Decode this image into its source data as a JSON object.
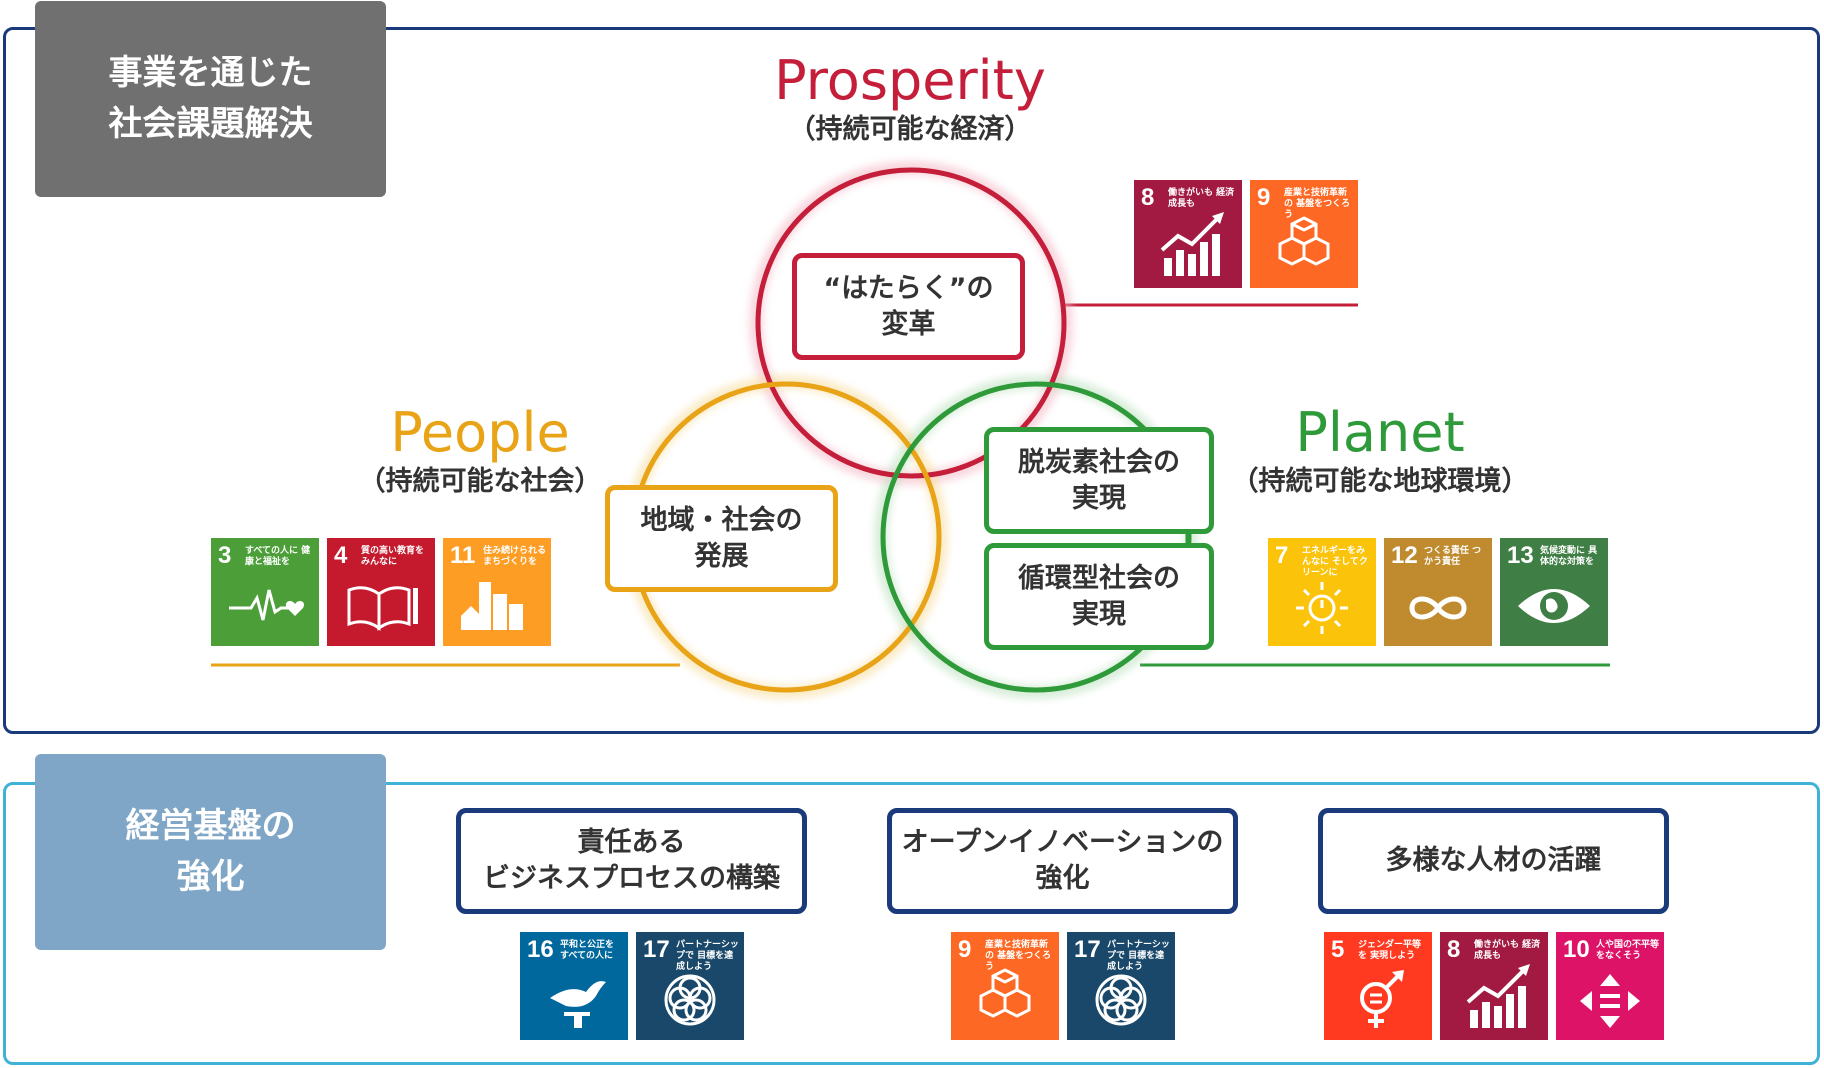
{
  "labels": {
    "business": [
      "事業を通じた",
      "社会課題解決"
    ],
    "foundation": [
      "経営基盤の",
      "強化"
    ]
  },
  "themes": {
    "prosperity": {
      "title": "Prosperity",
      "sub": "（持続可能な経済）"
    },
    "people": {
      "title": "People",
      "sub": "（持続可能な社会）"
    },
    "planet": {
      "title": "Planet",
      "sub": "（持続可能な地球環境）"
    }
  },
  "bubbles": {
    "hataraku": [
      "“はたらく”の",
      "変革"
    ],
    "chiiki": [
      "地域・社会の",
      "発展"
    ],
    "datsu": [
      "脱炭素社会の",
      "実現"
    ],
    "junkan": [
      "循環型社会の",
      "実現"
    ]
  },
  "pillars": [
    [
      "責任ある",
      "ビジネスプロセスの構築"
    ],
    [
      "オープンイノベーションの",
      "強化"
    ],
    [
      "多様な人材の活躍"
    ]
  ],
  "colors": {
    "prosperity": "#c41e3a",
    "people": "#e8a317",
    "planet": "#2f9a3a",
    "top_frame": "#1a3a7c",
    "bottom_frame": "#3fb3d6"
  },
  "sdgs": {
    "s8a": {
      "num": "8",
      "text": "働きがいも 経済成長も",
      "color": "#a21942",
      "icon": "growth-chart-icon"
    },
    "s9a": {
      "num": "9",
      "text": "産業と技術革新の 基盤をつくろう",
      "color": "#fd6925",
      "icon": "cubes-icon"
    },
    "s3": {
      "num": "3",
      "text": "すべての人に 健康と福祉を",
      "color": "#4c9f38",
      "icon": "heartbeat-icon"
    },
    "s4": {
      "num": "4",
      "text": "質の高い教育を みんなに",
      "color": "#c5192d",
      "icon": "book-pencil-icon"
    },
    "s11": {
      "num": "11",
      "text": "住み続けられる まちづくりを",
      "color": "#fd9d24",
      "icon": "city-icon"
    },
    "s7": {
      "num": "7",
      "text": "エネルギーをみんなに そしてクリーンに",
      "color": "#fcc30b",
      "icon": "sun-power-icon"
    },
    "s12": {
      "num": "12",
      "text": "つくる責任 つかう責任",
      "color": "#bf8b2e",
      "icon": "infinity-icon"
    },
    "s13": {
      "num": "13",
      "text": "気候変動に 具体的な対策を",
      "color": "#3f7e44",
      "icon": "eye-globe-icon"
    },
    "s16": {
      "num": "16",
      "text": "平和と公正を すべての人に",
      "color": "#00689d",
      "icon": "dove-icon"
    },
    "s17a": {
      "num": "17",
      "text": "パートナーシップで 目標を達成しよう",
      "color": "#19486a",
      "icon": "rings-icon"
    },
    "s9b": {
      "num": "9",
      "text": "産業と技術革新の 基盤をつくろう",
      "color": "#fd6925",
      "icon": "cubes-icon"
    },
    "s17b": {
      "num": "17",
      "text": "パートナーシップで 目標を達成しよう",
      "color": "#19486a",
      "icon": "rings-icon"
    },
    "s5": {
      "num": "5",
      "text": "ジェンダー平等を 実現しよう",
      "color": "#ff3a21",
      "icon": "gender-icon"
    },
    "s8b": {
      "num": "8",
      "text": "働きがいも 経済成長も",
      "color": "#a21942",
      "icon": "growth-chart-icon"
    },
    "s10": {
      "num": "10",
      "text": "人や国の不平等 をなくそう",
      "color": "#dd1367",
      "icon": "equality-arrows-icon"
    }
  }
}
